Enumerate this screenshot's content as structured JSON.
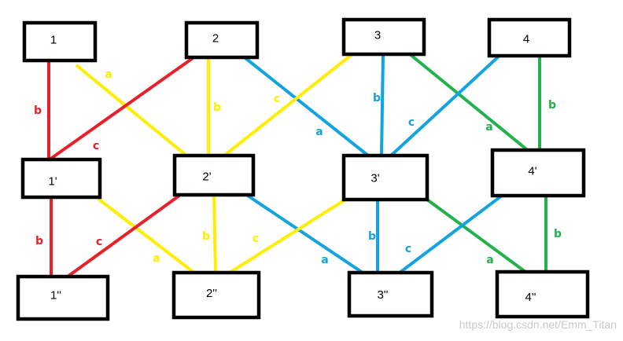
{
  "colors": {
    "red": "#e8202a",
    "yellow": "#ffee00",
    "blue": "#12a3e0",
    "green": "#22b14c",
    "node_border": "#000000",
    "background": "#ffffff"
  },
  "nodes": [
    {
      "id": "n1",
      "label": "1"
    },
    {
      "id": "n2",
      "label": "2"
    },
    {
      "id": "n3",
      "label": "3"
    },
    {
      "id": "n4",
      "label": "4"
    },
    {
      "id": "m1",
      "label": "1'"
    },
    {
      "id": "m2",
      "label": "2'"
    },
    {
      "id": "m3",
      "label": "3'"
    },
    {
      "id": "m4",
      "label": "4'"
    },
    {
      "id": "b1",
      "label": "1''"
    },
    {
      "id": "b2",
      "label": "2''"
    },
    {
      "id": "b3",
      "label": "3''"
    },
    {
      "id": "b4",
      "label": "4''"
    }
  ],
  "edges": [
    {
      "id": "e1",
      "from": "n1",
      "to": "m1",
      "label": "b",
      "color": "red"
    },
    {
      "id": "e2",
      "from": "n1",
      "to": "m2",
      "label": "a",
      "color": "yellow"
    },
    {
      "id": "e3",
      "from": "n2",
      "to": "m1",
      "label": "c",
      "color": "red"
    },
    {
      "id": "e4",
      "from": "n2",
      "to": "m2",
      "label": "b",
      "color": "yellow"
    },
    {
      "id": "e5",
      "from": "n2",
      "to": "m3",
      "label": "a",
      "color": "blue"
    },
    {
      "id": "e6",
      "from": "n3",
      "to": "m2",
      "label": "c",
      "color": "yellow"
    },
    {
      "id": "e7",
      "from": "n3",
      "to": "m3",
      "label": "b",
      "color": "blue"
    },
    {
      "id": "e8",
      "from": "n3",
      "to": "m4",
      "label": "a",
      "color": "green"
    },
    {
      "id": "e9",
      "from": "n4",
      "to": "m3",
      "label": "c",
      "color": "blue"
    },
    {
      "id": "e10",
      "from": "n4",
      "to": "m4",
      "label": "b",
      "color": "green"
    },
    {
      "id": "e11",
      "from": "m1",
      "to": "b1",
      "label": "b",
      "color": "red"
    },
    {
      "id": "e12",
      "from": "m1",
      "to": "b2",
      "label": "a",
      "color": "yellow"
    },
    {
      "id": "e13",
      "from": "m2",
      "to": "b1",
      "label": "c",
      "color": "red"
    },
    {
      "id": "e14",
      "from": "m2",
      "to": "b2",
      "label": "b",
      "color": "yellow"
    },
    {
      "id": "e15",
      "from": "m2",
      "to": "b3",
      "label": "a",
      "color": "blue"
    },
    {
      "id": "e16",
      "from": "m3",
      "to": "b2",
      "label": "c",
      "color": "yellow"
    },
    {
      "id": "e17",
      "from": "m3",
      "to": "b3",
      "label": "b",
      "color": "blue"
    },
    {
      "id": "e18",
      "from": "m3",
      "to": "b4",
      "label": "a",
      "color": "green"
    },
    {
      "id": "e19",
      "from": "m4",
      "to": "b3",
      "label": "c",
      "color": "blue"
    },
    {
      "id": "e20",
      "from": "m4",
      "to": "b4",
      "label": "b",
      "color": "green"
    }
  ],
  "watermark": "https://blog.csdn.net/Emm_Titan"
}
